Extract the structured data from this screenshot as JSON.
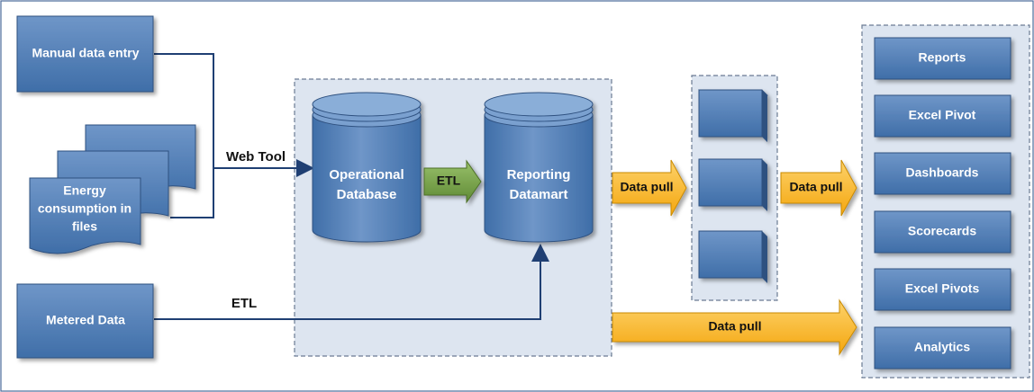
{
  "sources": {
    "manual": "Manual data entry",
    "files": [
      "Energy",
      "consumption in",
      "files"
    ],
    "metered": "Metered Data"
  },
  "connectors": {
    "web_tool": "Web Tool",
    "etl_metered": "ETL"
  },
  "databases": {
    "operational": [
      "Operational",
      "Database"
    ],
    "reporting": [
      "Reporting",
      "Datamart"
    ],
    "etl_between": "ETL"
  },
  "data_pull": {
    "first": "Data pull",
    "second": "Data pull",
    "bottom": "Data pull"
  },
  "outputs": [
    "Reports",
    "Excel Pivot",
    "Dashboards",
    "Scorecards",
    "Excel Pivots",
    "Analytics"
  ],
  "colors": {
    "box_fill": "#4f81bd",
    "box_dark": "#385d8a",
    "line": "#1f3f73",
    "panel": "#dde5f0",
    "arrow_yellow": "#f9b52b",
    "arrow_green": "#76a14b"
  }
}
